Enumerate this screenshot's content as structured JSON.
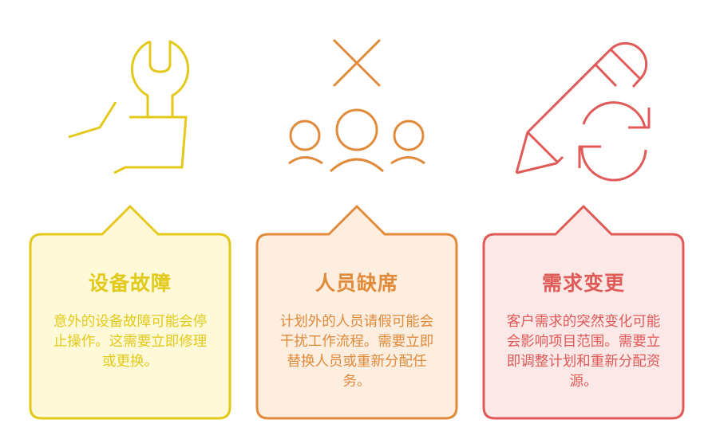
{
  "colors": {
    "yellow": "#e3c919",
    "yellow_bg": "#fef9d9",
    "orange": "#e08a3a",
    "orange_bg": "#fdeee0",
    "red": "#e05a58",
    "red_bg": "#fde8e8"
  },
  "cards": [
    {
      "icon": "wrench-hand-icon",
      "title": "设备故障",
      "description": "意外的设备故障可能会停止操作。这需要立即修理或更换。"
    },
    {
      "icon": "team-remove-icon",
      "title": "人员缺席",
      "description": "计划外的人员请假可能会干扰工作流程。需要立即替换人员或重新分配任务。"
    },
    {
      "icon": "pencil-refresh-icon",
      "title": "需求变更",
      "description": "客户需求的突然变化可能会影响项目范围。需要立即调整计划和重新分配资源。"
    }
  ]
}
